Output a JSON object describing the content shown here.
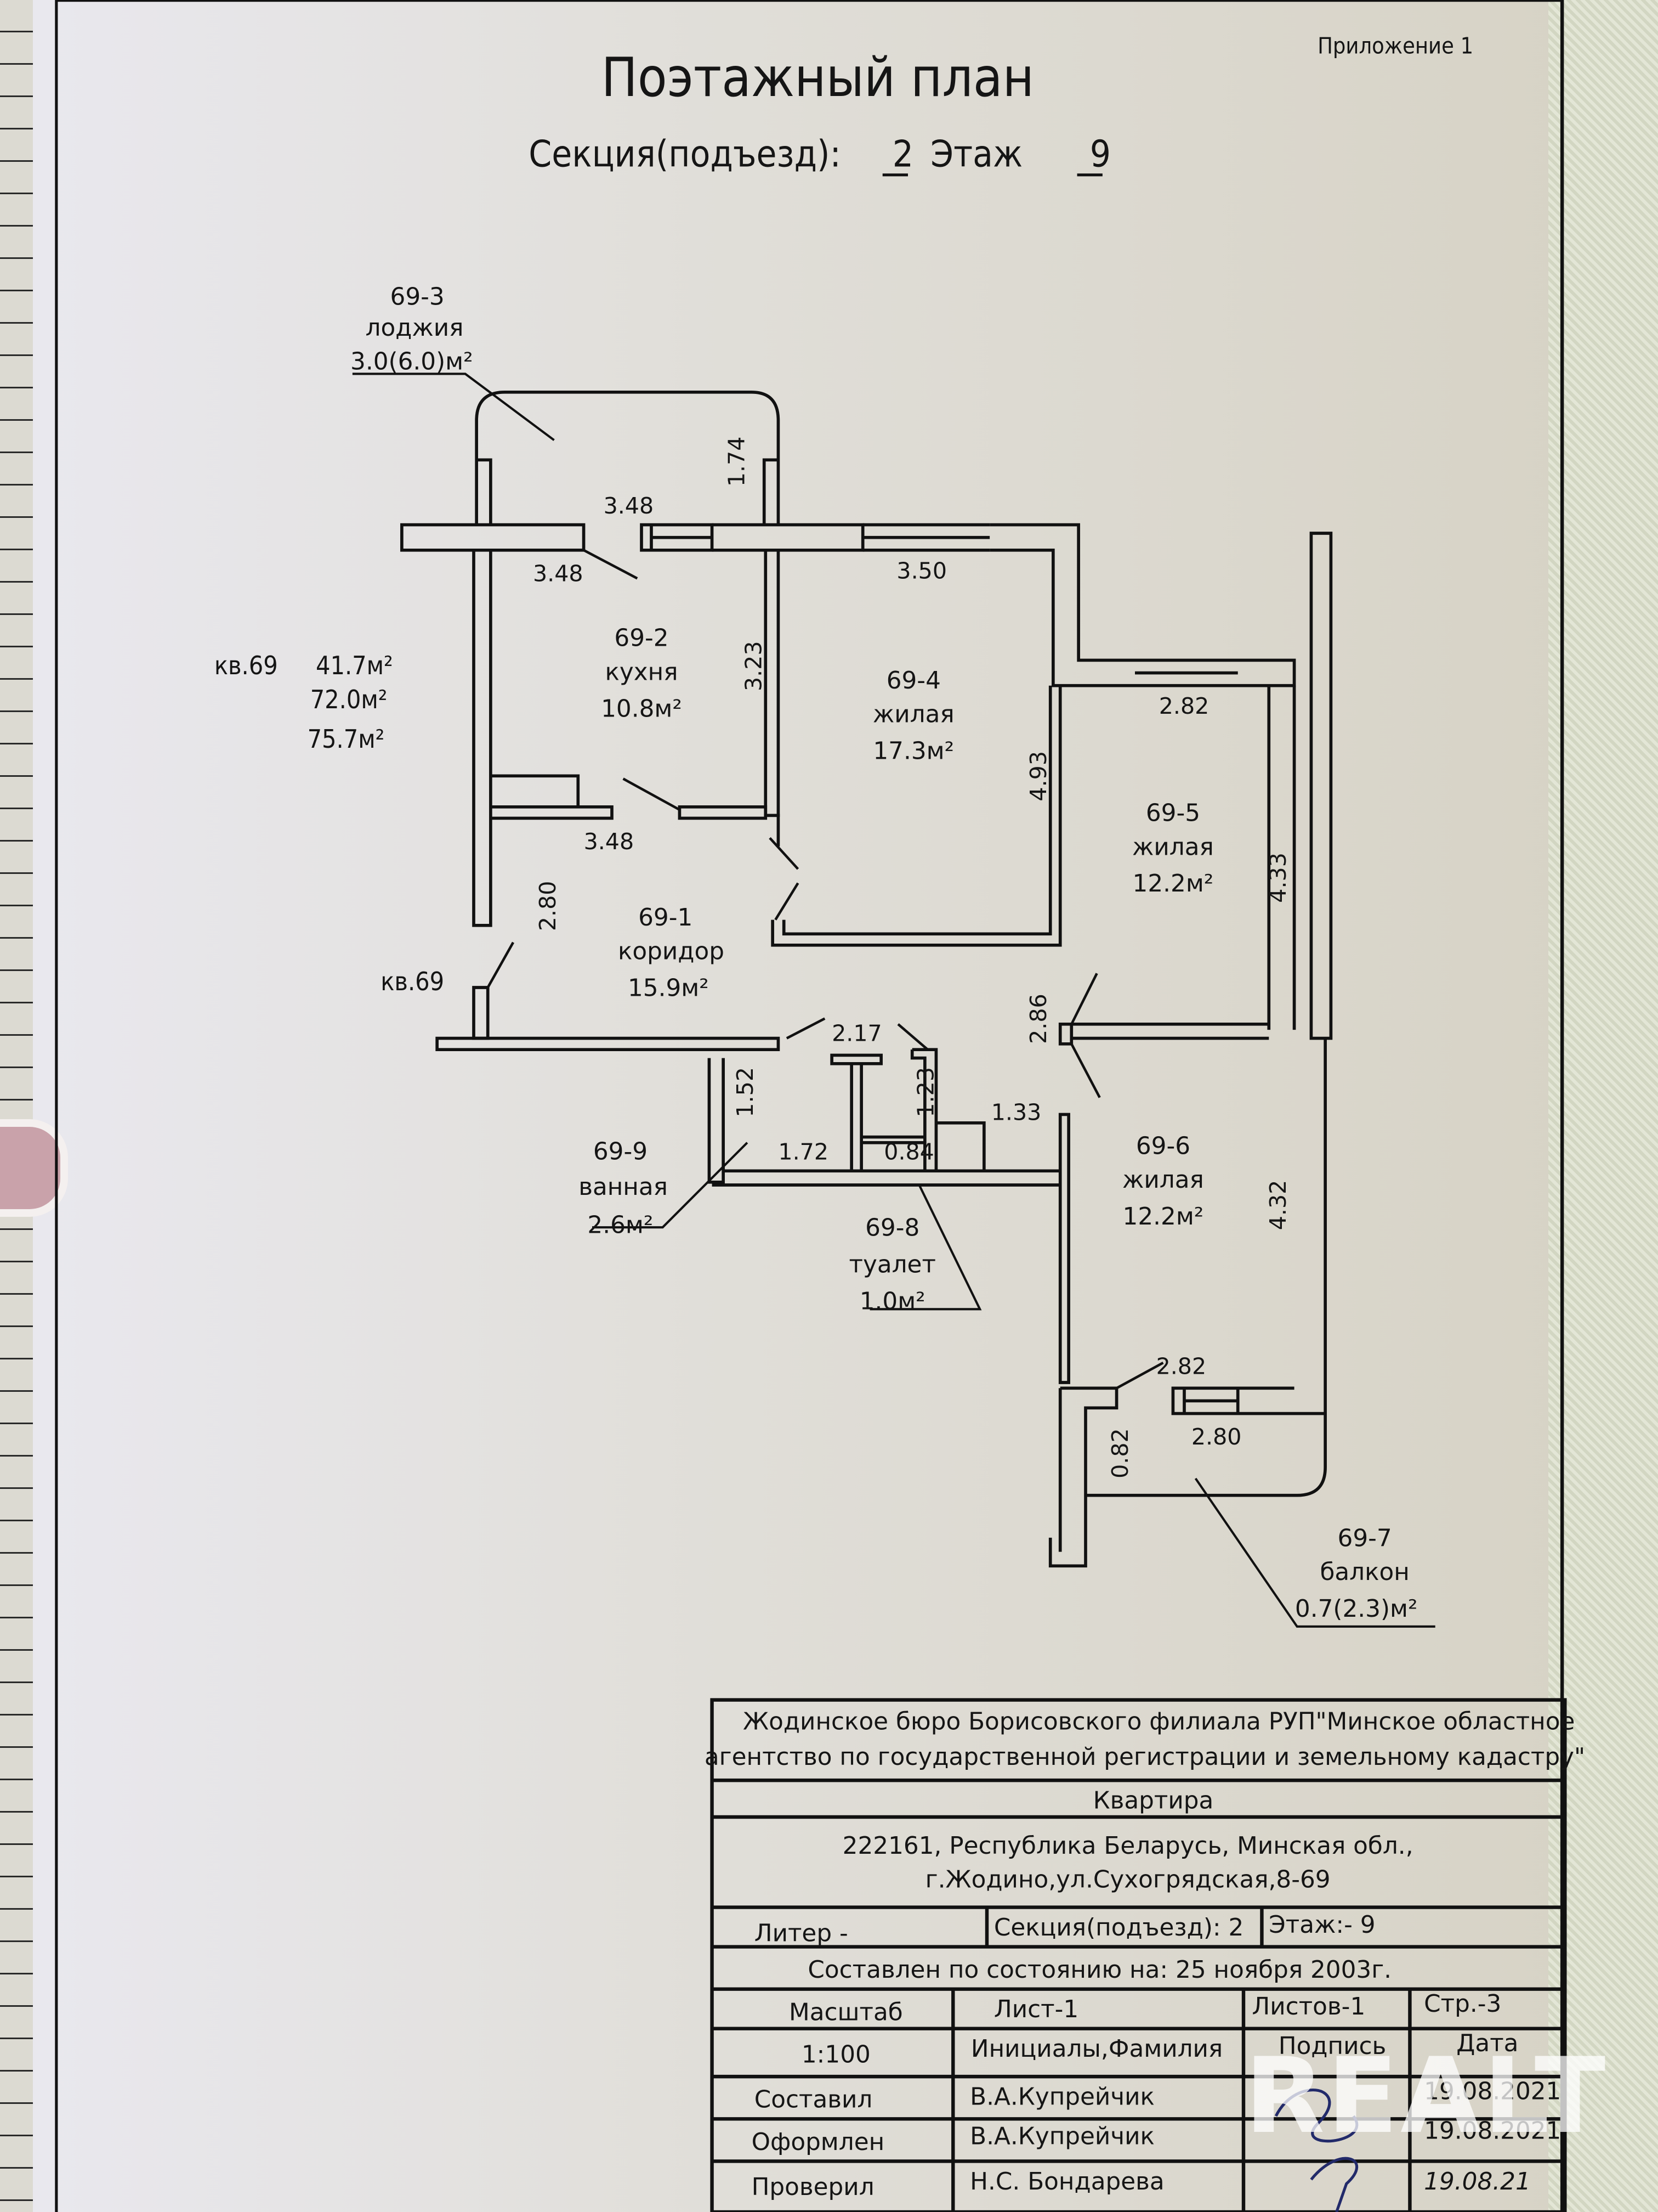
{
  "header": {
    "appendix": "Приложение 1",
    "title": "Поэтажный план",
    "section_label": "Секция(подъезд):",
    "section_value": "2",
    "floor_label": "Этаж",
    "floor_value": "9"
  },
  "apartment_summary": {
    "label": "кв.69",
    "living_area": "41.7м²",
    "total_area": "72.0м²",
    "total_with_balconies": "75.7м²"
  },
  "entrance_label": "кв.69",
  "rooms": [
    {
      "id": "69-1",
      "name": "коридор",
      "area": "15.9м²"
    },
    {
      "id": "69-2",
      "name": "кухня",
      "area": "10.8м²"
    },
    {
      "id": "69-3",
      "name": "лоджия",
      "area": "3.0(6.0)м²"
    },
    {
      "id": "69-4",
      "name": "жилая",
      "area": "17.3м²"
    },
    {
      "id": "69-5",
      "name": "жилая",
      "area": "12.2м²"
    },
    {
      "id": "69-6",
      "name": "жилая",
      "area": "12.2м²"
    },
    {
      "id": "69-7",
      "name": "балкон",
      "area": "0.7(2.3)м²"
    },
    {
      "id": "69-8",
      "name": "туалет",
      "area": "1.0м²"
    },
    {
      "id": "69-9",
      "name": "ванная",
      "area": "2.6м²"
    }
  ],
  "dimensions": {
    "loggia_width_top": "3.48",
    "loggia_depth": "1.74",
    "kitchen_width_top": "3.48",
    "kitchen_width_bottom": "3.48",
    "kitchen_depth": "3.23",
    "room4_width": "3.50",
    "room4_depth": "4.93",
    "room5_width": "2.82",
    "room5_depth": "4.33",
    "corridor_depth": "2.80",
    "corridor_width": "2.17",
    "door_width": "2.86",
    "bath_depth": "1.52",
    "bath_width": "1.72",
    "toilet_depth": "1.23",
    "toilet_width": "0.84",
    "closet_width": "1.33",
    "room6_depth": "4.32",
    "room6_width": "2.82",
    "balcony_width": "2.80",
    "balcony_depth": "0.82"
  },
  "title_block": {
    "organization": "Жодинское бюро Борисовского филиала РУП\"Минское областное агентство по государственной регистрации и земельному кадастру\"",
    "object_type": "Квартира",
    "address_line1": "222161, Республика Беларусь, Минская обл.,",
    "address_line2": "г.Жодино,ул.Сухогрядская,8-69",
    "liter": "Литер -",
    "section": "Секция(подъезд): 2",
    "floor": "Этаж:- 9",
    "compiled_as_of": "Составлен по состоянию на: 25 ноября 2003г.",
    "scale_label": "Масштаб",
    "sheet": "Лист-1",
    "sheets": "Листов-1",
    "page": "Стр.-3",
    "scale_value": "1:100",
    "name_header": "Инициалы,Фамилия",
    "signature_header": "Подпись",
    "date_header": "Дата",
    "rows": [
      {
        "role": "Составил",
        "name": "В.А.Купрейчик",
        "date": "19.08.2021"
      },
      {
        "role": "Оформлен",
        "name": "В.А.Купрейчик",
        "date": "19.08.2021"
      },
      {
        "role": "Проверил",
        "name": "Н.С. Бондарева",
        "date": "19.08.21"
      }
    ]
  },
  "watermark": "REALT"
}
